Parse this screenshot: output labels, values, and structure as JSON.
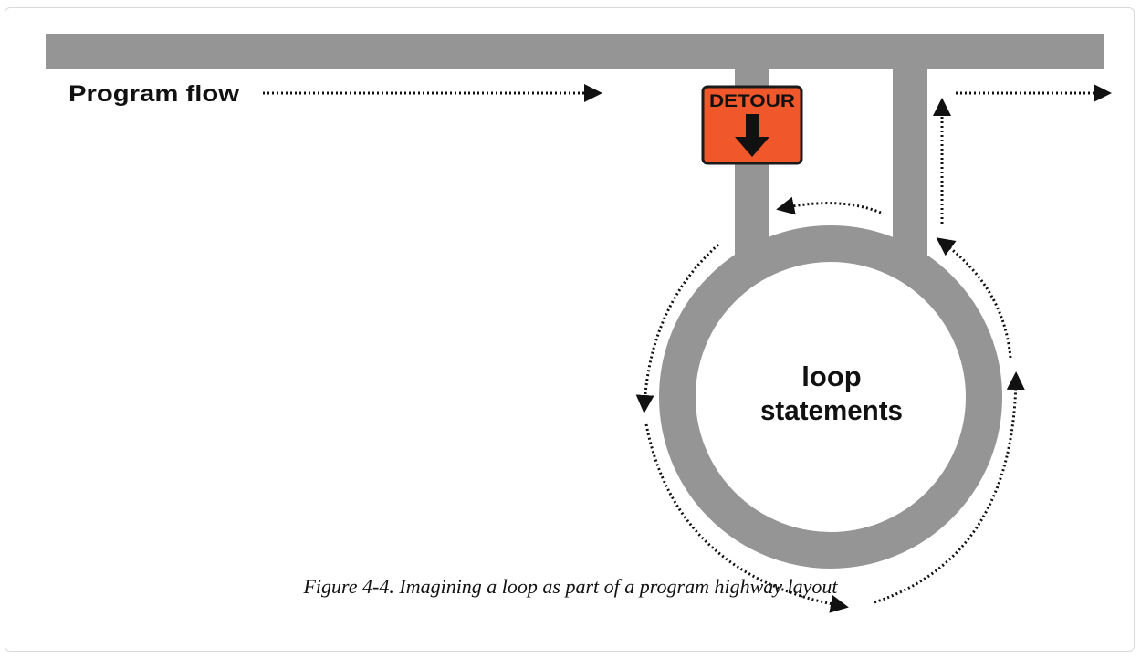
{
  "figure": {
    "flow_label": "Program flow",
    "detour_label": "DETOUR",
    "loop_label_line1": "loop",
    "loop_label_line2": "statements",
    "caption": "Figure 4-4. Imagining a loop as part of a program highway layout"
  },
  "colors": {
    "road": "#959595",
    "sign_fill": "#f0572a",
    "sign_border": "#1a1a1a",
    "arrow": "#111111",
    "text": "#111111"
  },
  "icons": {
    "detour_sign": "detour-sign-icon",
    "down_arrow": "down-arrow-icon"
  }
}
